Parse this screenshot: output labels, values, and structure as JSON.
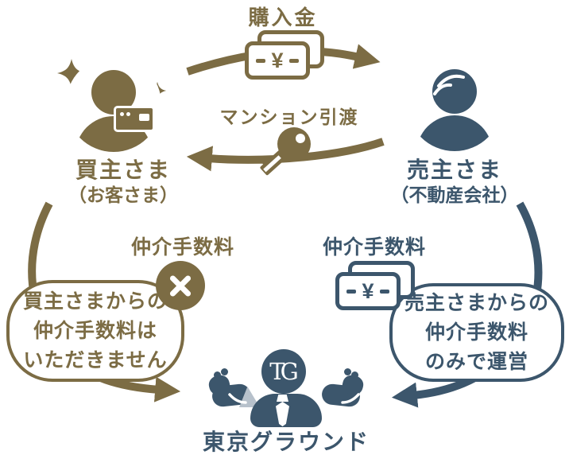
{
  "colors": {
    "olive": "#7c6c44",
    "navy": "#3c566c",
    "white": "#ffffff",
    "light_gray": "#b7c1cb"
  },
  "flows": {
    "purchase": {
      "label": "購入金",
      "icon": "yen-bills-icon",
      "bill_symbol": "¥"
    },
    "handover": {
      "label": "マンション引渡",
      "icon": "key-icon"
    }
  },
  "buyer": {
    "name": "買主さま",
    "subtitle": "（お客さま）",
    "icon": "buyer-person-card-icon",
    "decoration": "sparkle-icon"
  },
  "seller": {
    "name": "売主さま",
    "subtitle": "（不動産会社）",
    "icon": "seller-person-icon"
  },
  "buyer_fee": {
    "label": "仲介手数料",
    "badge_icon": "cross-icon",
    "bubble_lines": [
      "買主さまからの",
      "仲介手数料は",
      "いただきません"
    ]
  },
  "seller_fee": {
    "label": "仲介手数料",
    "icon": "yen-bills-icon",
    "bill_symbol": "¥",
    "bubble_lines": [
      "売主さまからの",
      "仲介手数料",
      "のみで運営"
    ]
  },
  "company": {
    "name": "東京グラウンド",
    "logo_text": "TG",
    "icon": "company-mascot-icon"
  }
}
